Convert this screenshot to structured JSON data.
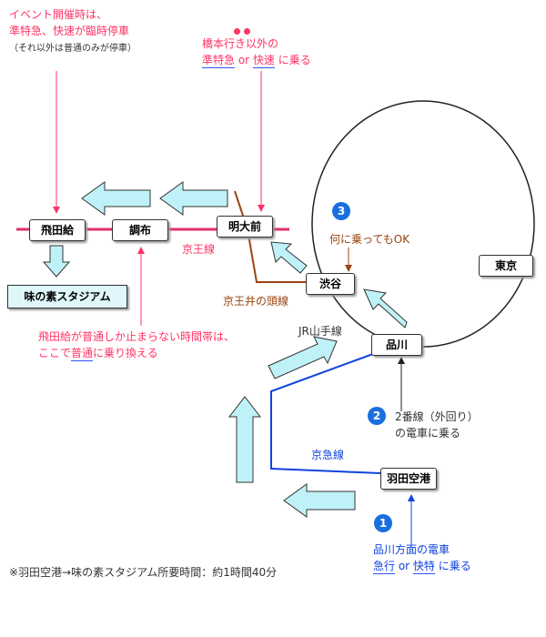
{
  "stations": {
    "tobitakyu": "飛田給",
    "chofu": "調布",
    "meidaimae": "明大前",
    "shibuya": "渋谷",
    "shinagawa": "品川",
    "haneda": "羽田空港",
    "tokyo": "東京"
  },
  "destination": "味の素スタジアム",
  "lines": {
    "keio": "京王線",
    "inokashira": "京王井の頭線",
    "yamanote": "JR山手線",
    "keikyu": "京急線"
  },
  "notes": {
    "event_line1": "イベント開催時は、",
    "event_line2": "準特急、快速が臨時停車",
    "event_line3": "（それ以外は普通のみが停車）",
    "hashimoto_line1": "橋本行き以外の",
    "hashimoto_kw1": "準特急",
    "hashimoto_or": " or ",
    "hashimoto_kw2": "快速",
    "hashimoto_rest": " に乗る",
    "transfer_line1": "飛田給が普通しか止まらない時間帯は、",
    "transfer_pre": "ここで",
    "transfer_kw": "普通",
    "transfer_post": "に乗り換える",
    "shibuya_note": "何に乗ってもOK",
    "platform_line1": "2番線（外回り）",
    "platform_line2": "の電車に乗る",
    "keikyu_line1": "品川方面の電車",
    "keikyu_kw1": "急行",
    "keikyu_or": " or ",
    "keikyu_kw2": "快特",
    "keikyu_rest": " に乗る",
    "footer": "※羽田空港→味の素スタジアム所要時間：約1時間40分"
  },
  "steps": [
    "1",
    "2",
    "3"
  ],
  "colors": {
    "keio_line": "#e0306a",
    "inokashira_line": "#994411",
    "keikyu_line": "#1144dd",
    "arrow_fill": "#bff2f8",
    "note_pink": "#ff3366",
    "step_circle": "#1a6fe0"
  }
}
